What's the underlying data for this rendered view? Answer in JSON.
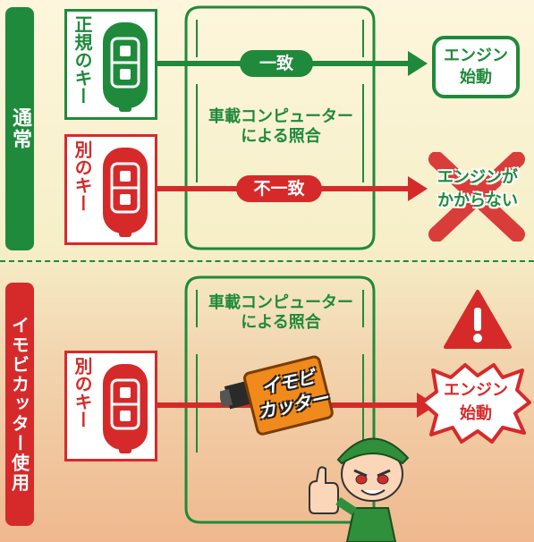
{
  "sections": {
    "normal_label": "通常",
    "immobi_label": "イモビカッター使用"
  },
  "row1": {
    "key_label": "正規のキー",
    "pill": "一致",
    "result_line1": "エンジン",
    "result_line2": "始動"
  },
  "row2": {
    "key_label": "別のキー",
    "pill": "不一致",
    "result_line1": "エンジンが",
    "result_line2": "かからない"
  },
  "row3": {
    "key_label": "別のキー",
    "device_line1": "イモビ",
    "device_line2": "カッター",
    "result_line1": "エンジン",
    "result_line2": "始動"
  },
  "ecu": {
    "line1": "車載コンピューター",
    "line2": "による照合"
  },
  "icons": [
    "key-fob-icon",
    "warning-icon",
    "cross-icon",
    "thumbs-up-character"
  ],
  "colors": {
    "green": "#1f8a3b",
    "red": "#d62a2a",
    "orange": "#f08a1c"
  }
}
